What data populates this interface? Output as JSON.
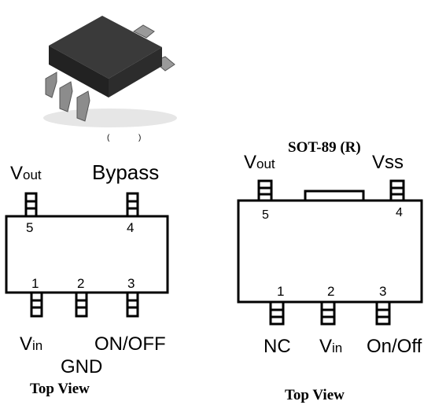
{
  "left_package": {
    "pin5_label": "V",
    "pin5_sub": "out",
    "pin4_label": "Bypass",
    "pin5_num": "5",
    "pin4_num": "4",
    "pin1_num": "1",
    "pin2_num": "2",
    "pin3_num": "3",
    "pin1_label": "V",
    "pin1_sub": "in",
    "pin2_label": "GND",
    "pin3_label": "ON/OFF",
    "view_caption": "Top View"
  },
  "right_package": {
    "title": "SOT-89 (R)",
    "pin5_label": "V",
    "pin5_sub": "out",
    "pin4_label": "Vss",
    "pin5_num": "5",
    "pin4_num": "4",
    "pin1_num": "1",
    "pin2_num": "2",
    "pin3_num": "3",
    "pin1_label": "NC",
    "pin2_label": "V",
    "pin2_sub": "in",
    "pin3_label": "On/Off",
    "view_caption": "Top View"
  },
  "colors": {
    "line": "#000000",
    "chip_body": "#3a3a3a",
    "chip_lead": "#9a9a9a"
  }
}
